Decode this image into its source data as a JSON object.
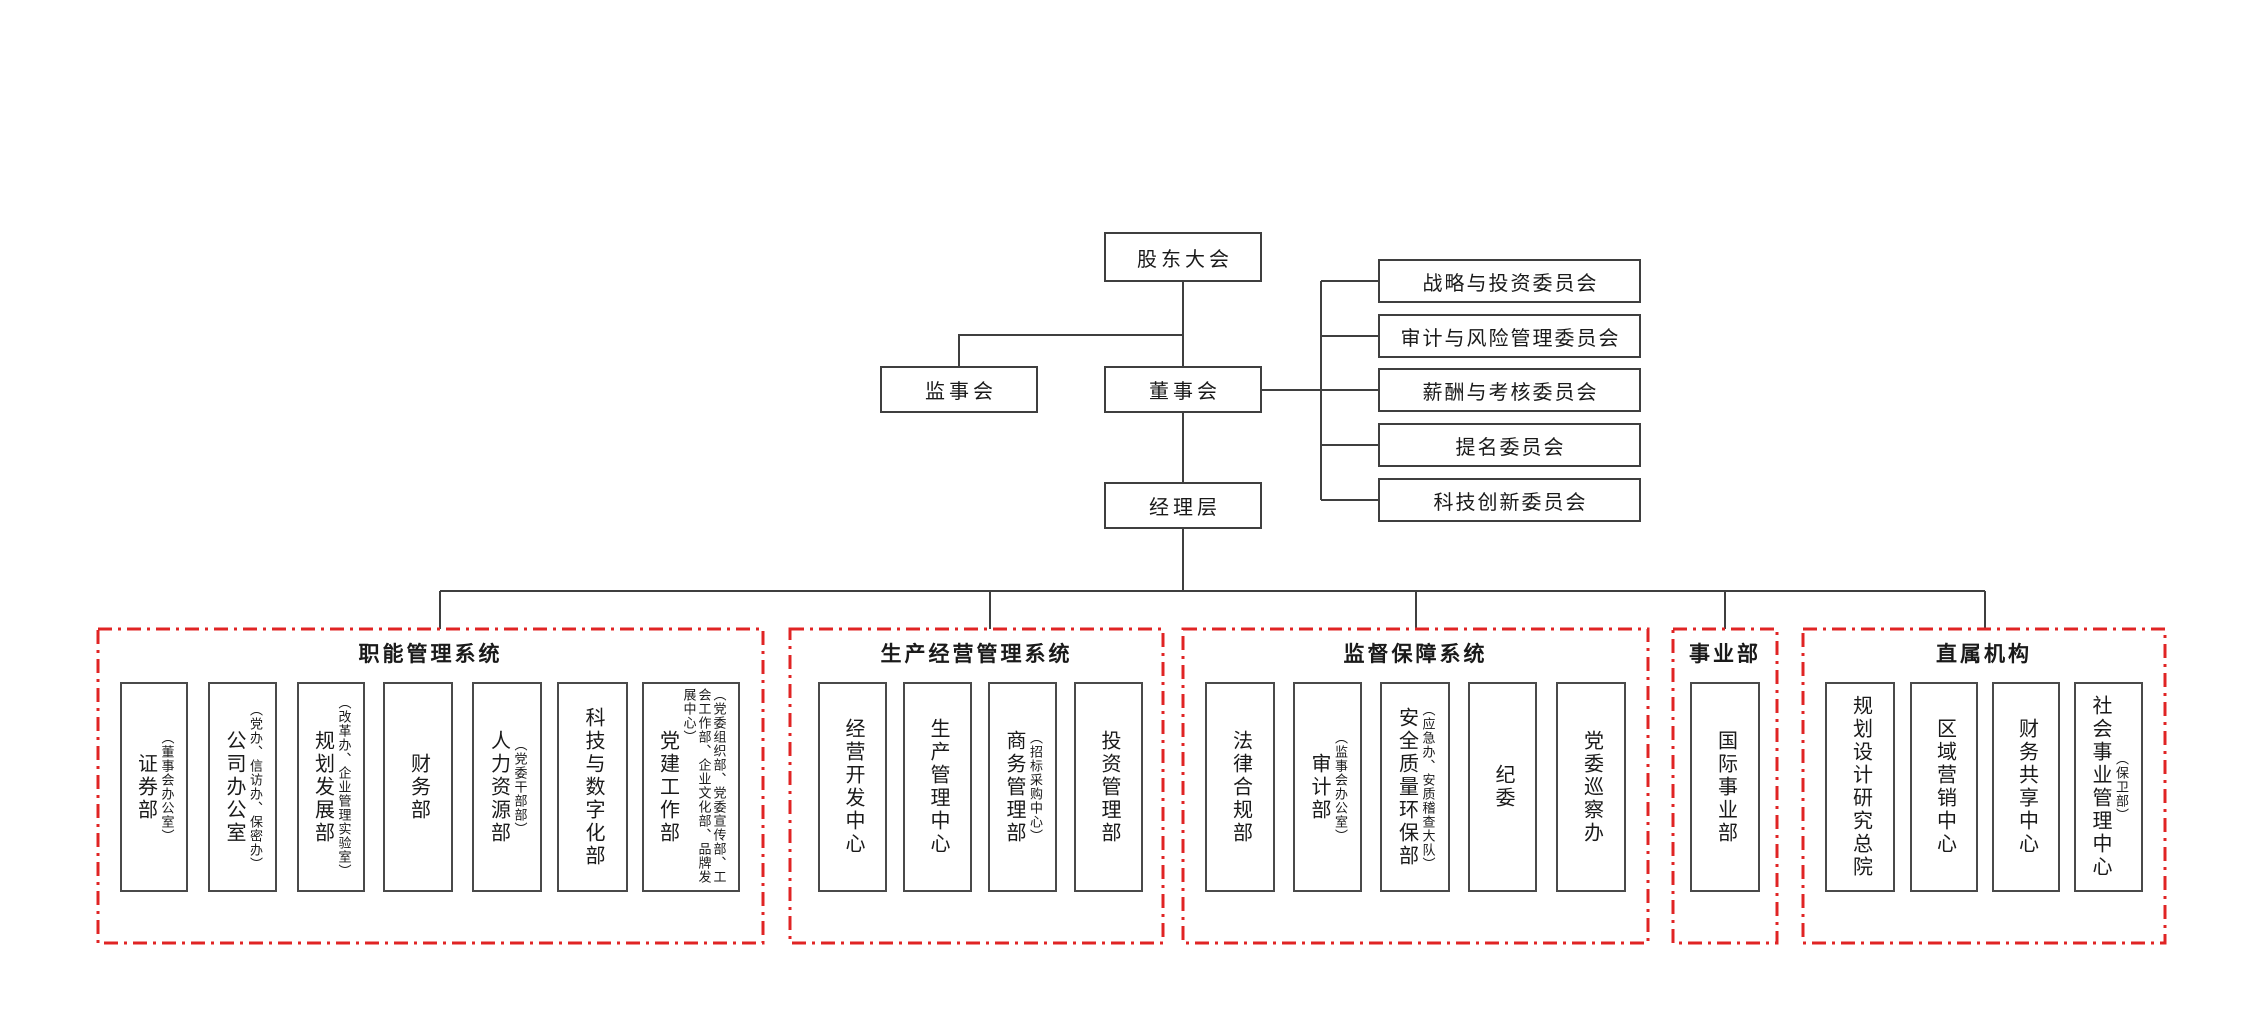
{
  "colors": {
    "connector": "#3f3f3f",
    "box_border": "#4a4a4a",
    "group_border": "#e02424",
    "text": "#1a1a1a",
    "background": "#ffffff"
  },
  "nodes": {
    "shareholders_meeting": "股东大会",
    "supervisory_board": "监事会",
    "board_of_directors": "董事会",
    "management_team": "经理层"
  },
  "board_committees": [
    "战略与投资委员会",
    "审计与风险管理委员会",
    "薪酬与考核委员会",
    "提名委员会",
    "科技创新委员会"
  ],
  "groups": [
    {
      "label": "职能管理系统",
      "depts": [
        {
          "name": "证券部",
          "note": "（董事会办公室）"
        },
        {
          "name": "公司办公室",
          "note": "（党办、信访办、保密办）"
        },
        {
          "name": "规划发展部",
          "note": "（改革办、企业管理实验室）"
        },
        {
          "name": "财务部"
        },
        {
          "name": "人力资源部",
          "note": "（党委干部部）"
        },
        {
          "name": "科技与数字化部"
        },
        {
          "name": "党建工作部",
          "note": "（党委组织部、党委宣传部、工会工作部、企业文化部、品牌发展中心）"
        }
      ]
    },
    {
      "label": "生产经营管理系统",
      "depts": [
        {
          "name": "经营开发中心"
        },
        {
          "name": "生产管理中心"
        },
        {
          "name": "商务管理部",
          "note": "（招标采购中心）"
        },
        {
          "name": "投资管理部"
        }
      ]
    },
    {
      "label": "监督保障系统",
      "depts": [
        {
          "name": "法律合规部"
        },
        {
          "name": "审计部",
          "note": "（监事会办公室）"
        },
        {
          "name": "安全质量环保部",
          "note": "（应急办、安质稽查大队）"
        },
        {
          "name": "纪委"
        },
        {
          "name": "党委巡察办"
        }
      ]
    },
    {
      "label": "事业部",
      "depts": [
        {
          "name": "国际事业部"
        }
      ]
    },
    {
      "label": "直属机构",
      "depts": [
        {
          "name": "规划设计研究总院"
        },
        {
          "name": "区域营销中心"
        },
        {
          "name": "财务共享中心"
        },
        {
          "name": "社会事业管理中心",
          "note": "（保卫部）"
        }
      ]
    }
  ]
}
